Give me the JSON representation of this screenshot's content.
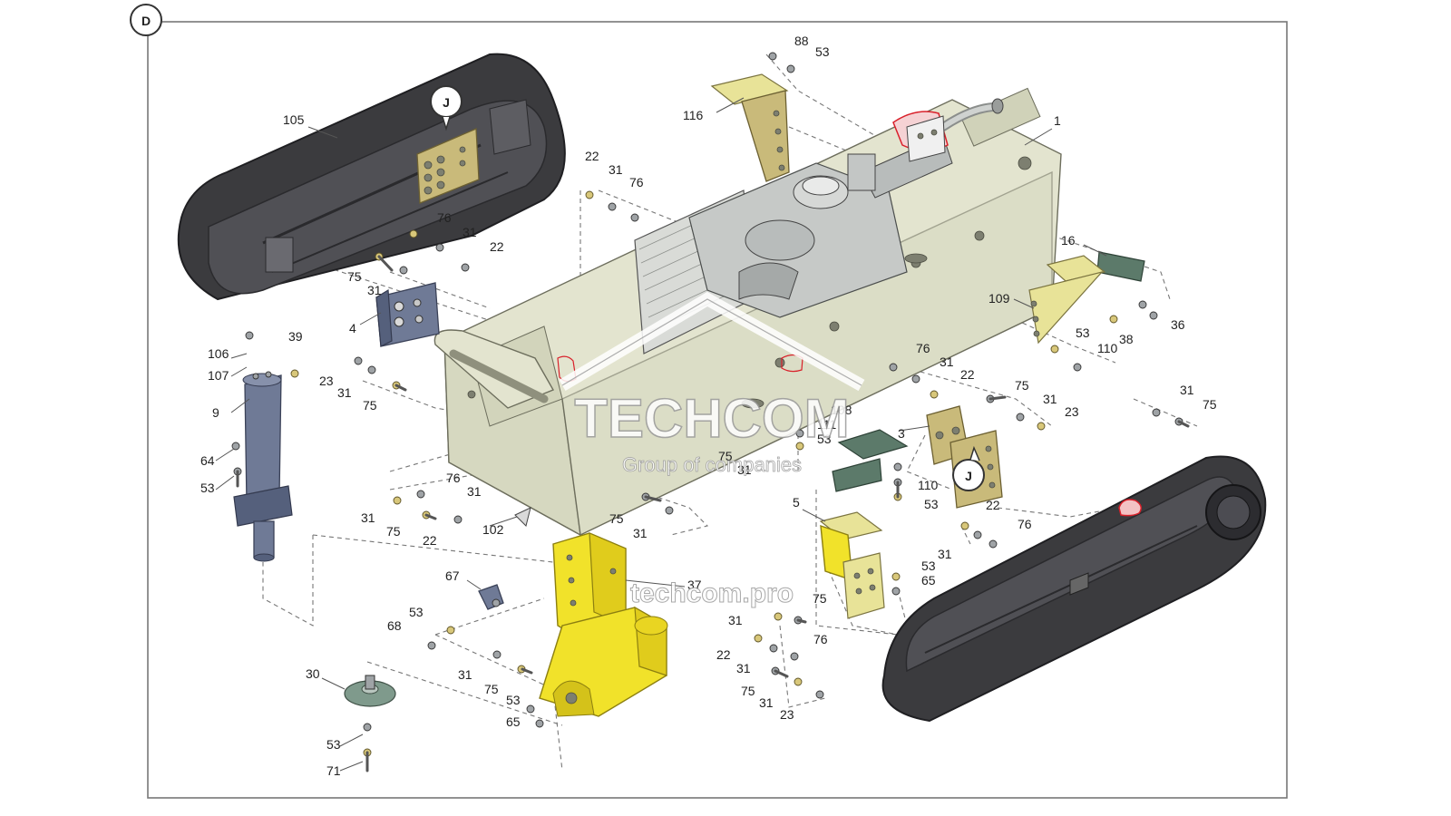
{
  "sheet": {
    "letter": "D"
  },
  "detail_marker": "J",
  "watermark": {
    "brand": "TECHCOM",
    "tagline": "Group of companies",
    "url": "techcom.pro"
  },
  "colors": {
    "track": "#3b3b3e",
    "frame": "#e3e4cf",
    "bracket_yellow": "#f1e22a",
    "plate_khaki": "#c9ba7a",
    "bracket_blue": "#6f7a96",
    "highlight_red": "#d9202a"
  },
  "labels": [
    {
      "id": "l88",
      "text": "88"
    },
    {
      "id": "l53a",
      "text": "53"
    },
    {
      "id": "l116",
      "text": "116"
    },
    {
      "id": "l1",
      "text": "1"
    },
    {
      "id": "l105",
      "text": "105"
    },
    {
      "id": "l22a",
      "text": "22"
    },
    {
      "id": "l31a",
      "text": "31"
    },
    {
      "id": "l76a",
      "text": "76"
    },
    {
      "id": "l76b",
      "text": "76"
    },
    {
      "id": "l31b",
      "text": "31"
    },
    {
      "id": "l22b",
      "text": "22"
    },
    {
      "id": "l75a",
      "text": "75"
    },
    {
      "id": "l31c",
      "text": "31"
    },
    {
      "id": "l4",
      "text": "4"
    },
    {
      "id": "l16",
      "text": "16"
    },
    {
      "id": "l109",
      "text": "109"
    },
    {
      "id": "l36",
      "text": "36"
    },
    {
      "id": "l53b",
      "text": "53"
    },
    {
      "id": "l38",
      "text": "38"
    },
    {
      "id": "l110a",
      "text": "110"
    },
    {
      "id": "l106",
      "text": "106"
    },
    {
      "id": "l39",
      "text": "39"
    },
    {
      "id": "l107",
      "text": "107"
    },
    {
      "id": "l9",
      "text": "9"
    },
    {
      "id": "l23a",
      "text": "23"
    },
    {
      "id": "l31d",
      "text": "31"
    },
    {
      "id": "l75b",
      "text": "75"
    },
    {
      "id": "l76c",
      "text": "76"
    },
    {
      "id": "l31e",
      "text": "31"
    },
    {
      "id": "l22c",
      "text": "22"
    },
    {
      "id": "l75c",
      "text": "75"
    },
    {
      "id": "l31f",
      "text": "31"
    },
    {
      "id": "l23b",
      "text": "23"
    },
    {
      "id": "l31g",
      "text": "31"
    },
    {
      "id": "l75d",
      "text": "75"
    },
    {
      "id": "l108",
      "text": "108"
    },
    {
      "id": "l111",
      "text": "111"
    },
    {
      "id": "l53c",
      "text": "53"
    },
    {
      "id": "l3",
      "text": "3"
    },
    {
      "id": "l75e",
      "text": "75"
    },
    {
      "id": "l31h",
      "text": "31"
    },
    {
      "id": "l110b",
      "text": "110"
    },
    {
      "id": "l53d",
      "text": "53"
    },
    {
      "id": "l22d",
      "text": "22"
    },
    {
      "id": "l64",
      "text": "64"
    },
    {
      "id": "l53e",
      "text": "53"
    },
    {
      "id": "l76d",
      "text": "76"
    },
    {
      "id": "l31i",
      "text": "31"
    },
    {
      "id": "l31j",
      "text": "31"
    },
    {
      "id": "l75f",
      "text": "75"
    },
    {
      "id": "l22e",
      "text": "22"
    },
    {
      "id": "l102",
      "text": "102"
    },
    {
      "id": "l75g",
      "text": "75"
    },
    {
      "id": "l31k",
      "text": "31"
    },
    {
      "id": "l5",
      "text": "5"
    },
    {
      "id": "l76e",
      "text": "76"
    },
    {
      "id": "l31l",
      "text": "31"
    },
    {
      "id": "l53f",
      "text": "53"
    },
    {
      "id": "l65a",
      "text": "65"
    },
    {
      "id": "l67",
      "text": "67"
    },
    {
      "id": "l37",
      "text": "37"
    },
    {
      "id": "l75h",
      "text": "75"
    },
    {
      "id": "l53g",
      "text": "53"
    },
    {
      "id": "l68",
      "text": "68"
    },
    {
      "id": "l31m",
      "text": "31"
    },
    {
      "id": "l76f",
      "text": "76"
    },
    {
      "id": "l22f",
      "text": "22"
    },
    {
      "id": "l31n",
      "text": "31"
    },
    {
      "id": "l30",
      "text": "30"
    },
    {
      "id": "l31o",
      "text": "31"
    },
    {
      "id": "l75i",
      "text": "75"
    },
    {
      "id": "l75j",
      "text": "75"
    },
    {
      "id": "l31p",
      "text": "31"
    },
    {
      "id": "l53h",
      "text": "53"
    },
    {
      "id": "l23c",
      "text": "23"
    },
    {
      "id": "l65b",
      "text": "65"
    },
    {
      "id": "l53i",
      "text": "53"
    },
    {
      "id": "l71",
      "text": "71"
    }
  ]
}
